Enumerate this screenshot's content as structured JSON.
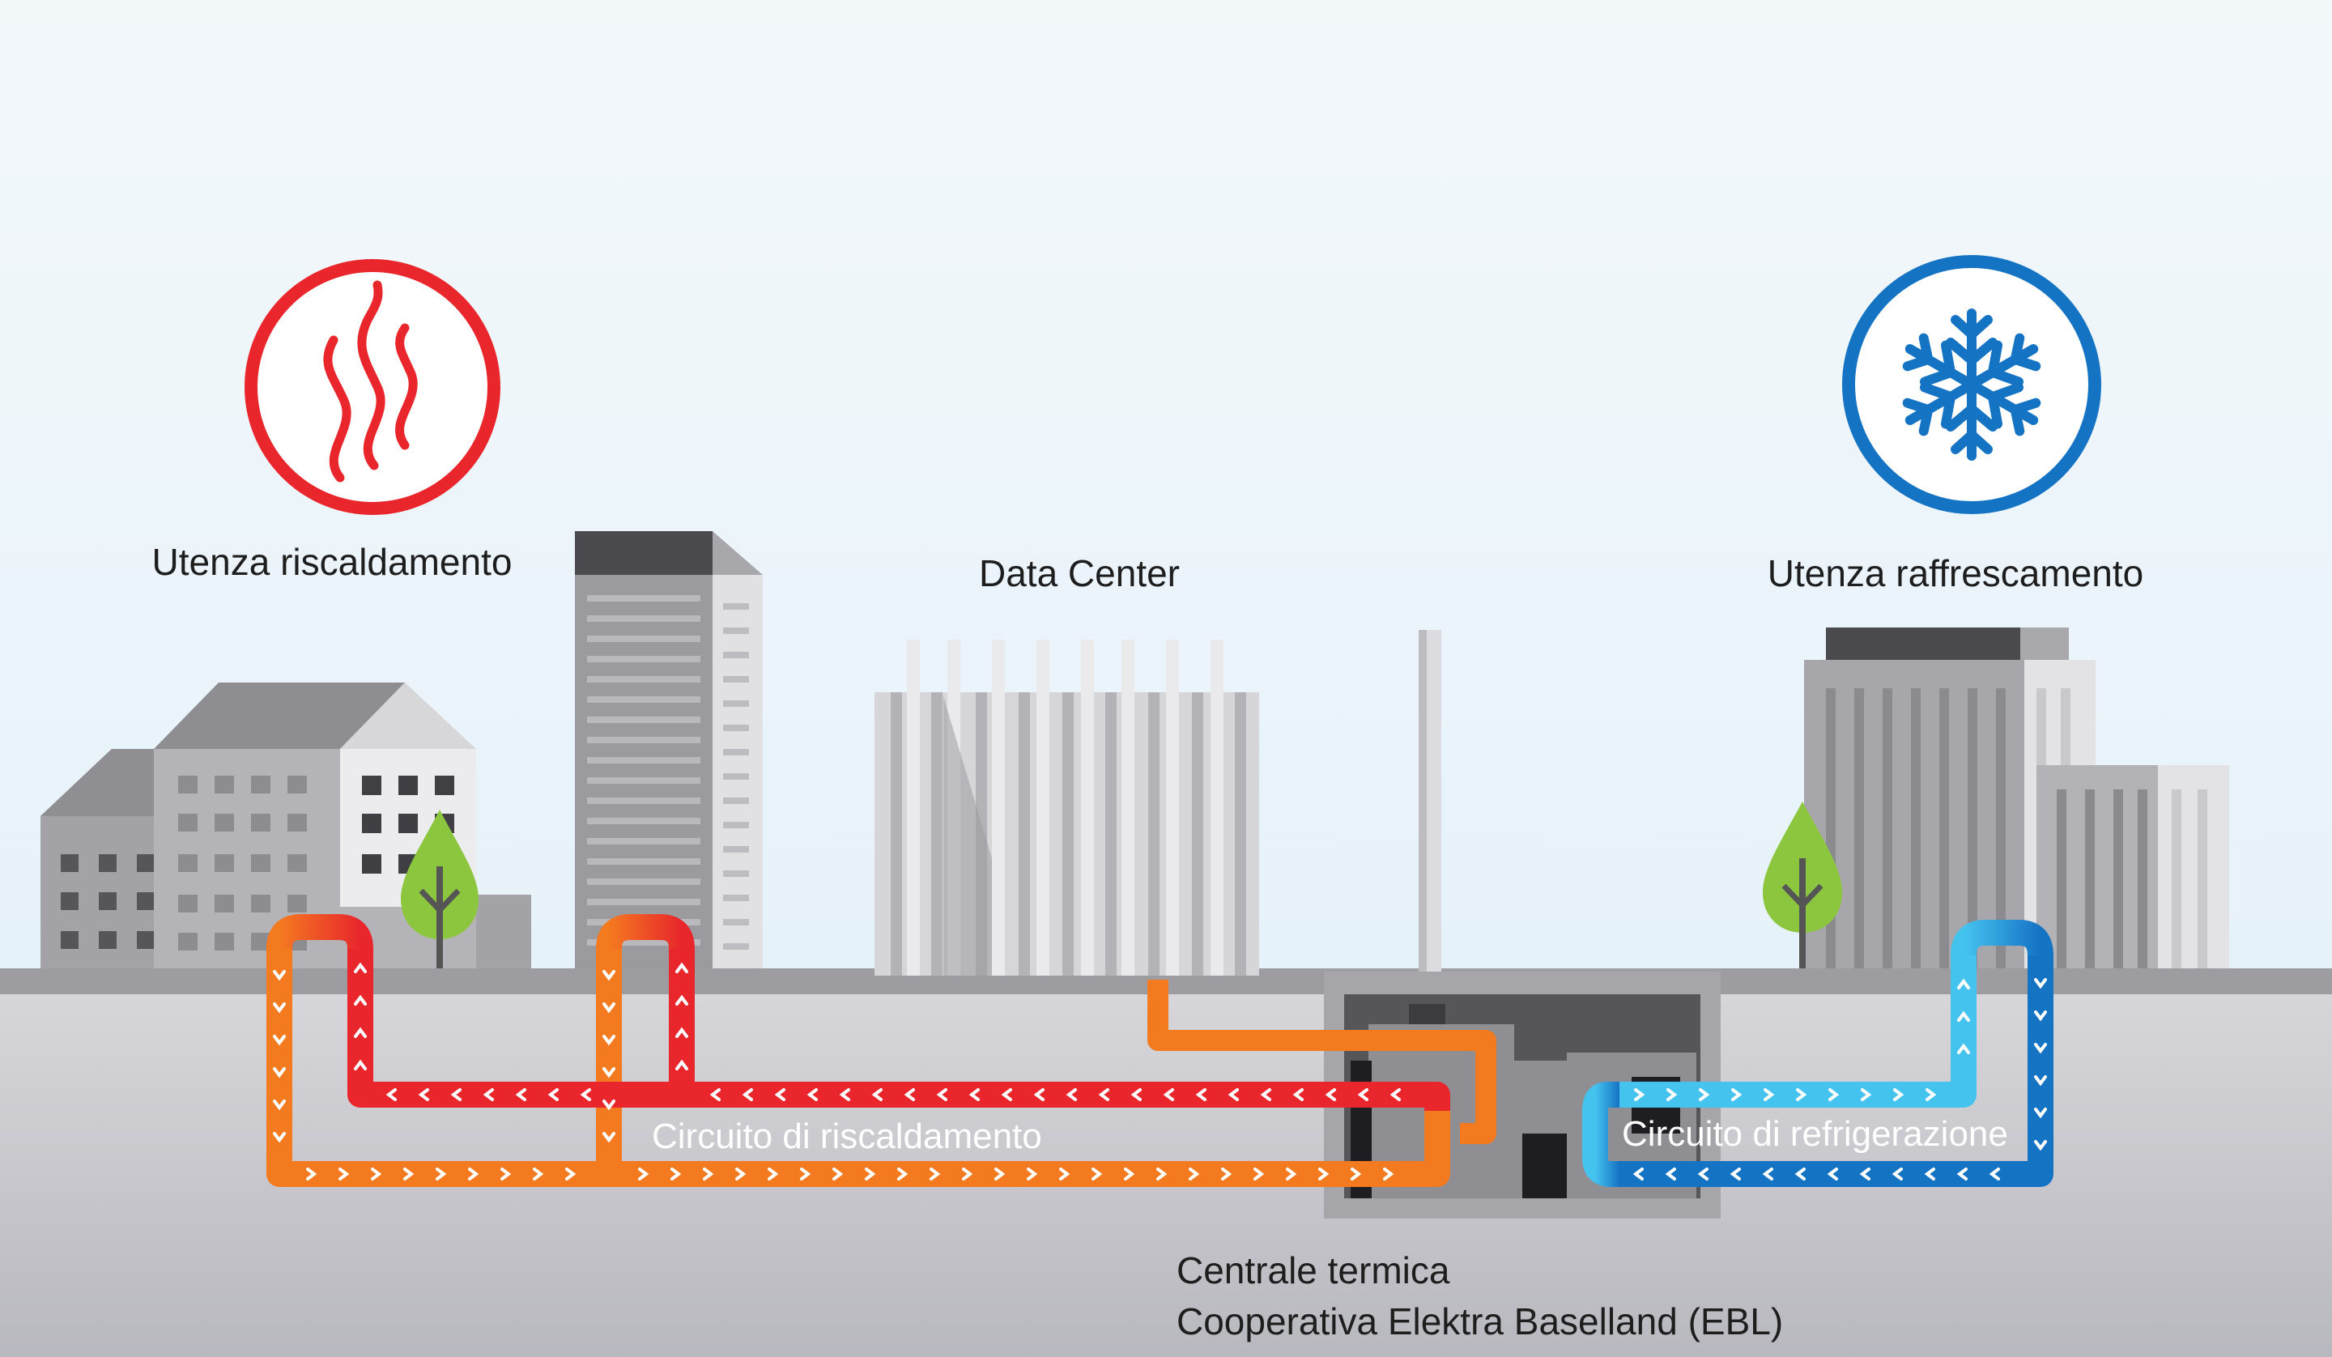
{
  "labels": {
    "heating_user": "Utenza riscaldamento",
    "data_center": "Data Center",
    "cooling_user": "Utenza raffrescamento",
    "heating_circuit": "Circuito di riscaldamento",
    "cooling_circuit": "Circuito di refrigerazione",
    "plant_line1": "Centrale termica",
    "plant_line2": "Cooperativa Elektra Baselland (EBL)"
  },
  "icons": {
    "heating": "heat-waves-icon",
    "cooling": "snowflake-icon"
  },
  "colors": {
    "heating_red": "#e8262c",
    "heating_orange": "#f47a20",
    "cooling_light_blue": "#45c3ef",
    "cooling_blue": "#1573c4",
    "tree_green": "#8cc63f"
  }
}
